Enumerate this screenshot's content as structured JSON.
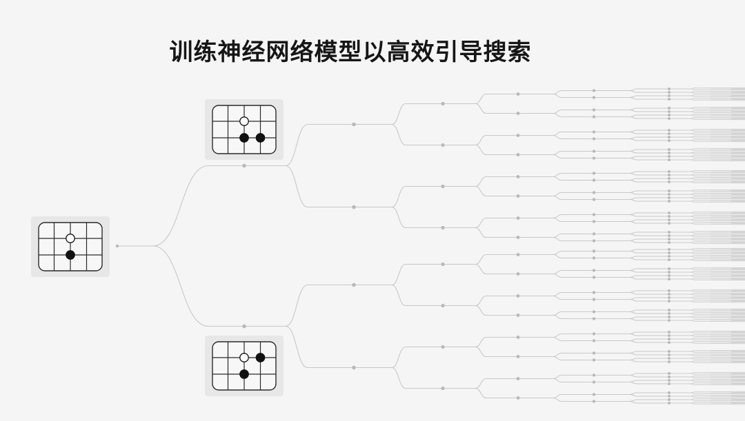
{
  "title": "训练神经网络模型以高效引导搜索",
  "colors": {
    "background": "#f5f5f5",
    "line": "#c8c8c8",
    "node": "#b9b9b9",
    "board_card": "#e7e7e7",
    "board_line": "#2a2a2a",
    "stone_black": "#111111",
    "stone_white": "#ffffff"
  },
  "boards": [
    {
      "id": "root",
      "stones": [
        {
          "col": 2,
          "row": 1,
          "color": "white"
        },
        {
          "col": 2,
          "row": 2,
          "color": "black"
        }
      ]
    },
    {
      "id": "upper-child",
      "stones": [
        {
          "col": 2,
          "row": 1,
          "color": "white"
        },
        {
          "col": 2,
          "row": 2,
          "color": "black"
        },
        {
          "col": 3,
          "row": 2,
          "color": "black"
        }
      ]
    },
    {
      "id": "lower-child",
      "stones": [
        {
          "col": 2,
          "row": 1,
          "color": "white"
        },
        {
          "col": 3,
          "row": 1,
          "color": "black"
        },
        {
          "col": 2,
          "row": 2,
          "color": "black"
        }
      ]
    }
  ],
  "tree": {
    "type": "binary-search-tree",
    "depth": 9,
    "leaf_count": 512
  }
}
